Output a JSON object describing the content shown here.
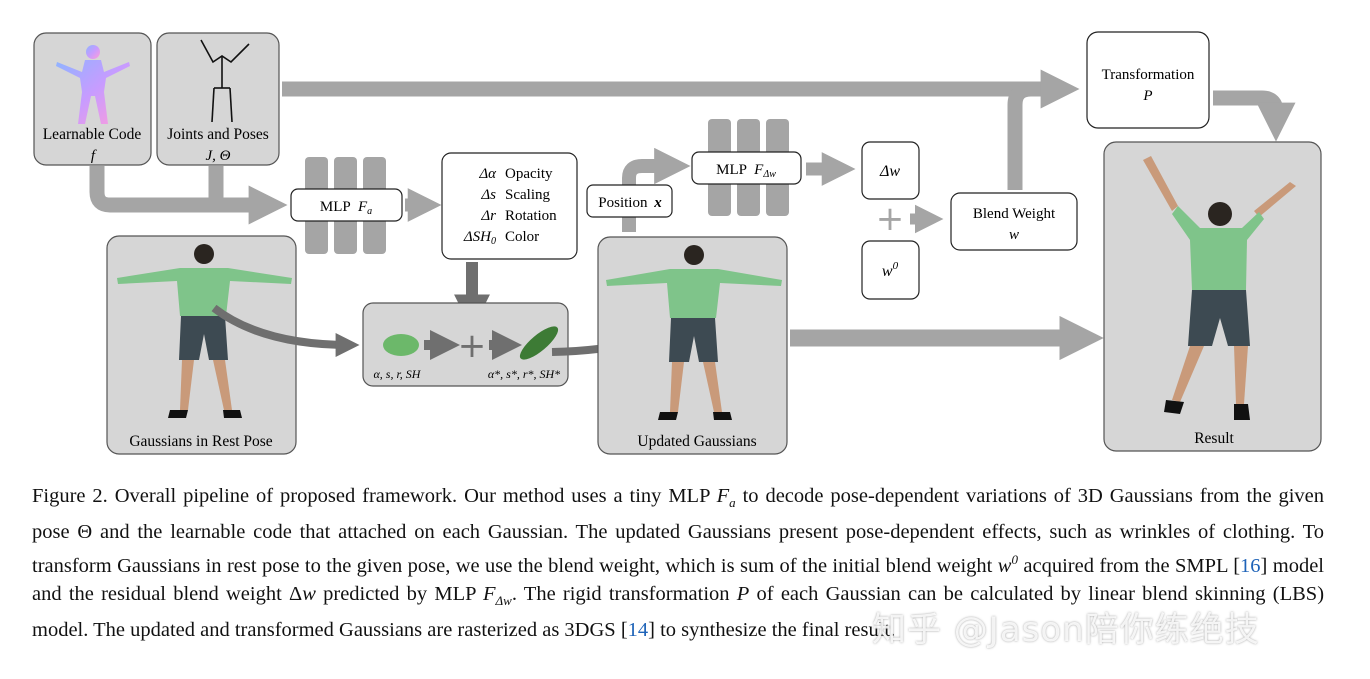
{
  "diagram": {
    "learnable_code": {
      "label": "Learnable Code",
      "symbol": "f"
    },
    "joints_poses": {
      "label": "Joints and Poses",
      "symbol": "J, Θ"
    },
    "mlp_fa": {
      "label": "MLP",
      "symbol": "F",
      "subscript": "a"
    },
    "attributes": {
      "rows": [
        {
          "delta": "Δα",
          "name": "Opacity"
        },
        {
          "delta": "Δs",
          "name": "Scaling"
        },
        {
          "delta": "Δr",
          "name": "Rotation"
        },
        {
          "delta": "ΔSH",
          "sub": "0",
          "name": "Color"
        }
      ]
    },
    "rest_pose": {
      "label": "Gaussians in Rest Pose"
    },
    "gaussian_params": {
      "left": "α, s, r, SH",
      "right": "α*, s*, r*, SH*"
    },
    "position": {
      "label": "Position",
      "symbol": "x"
    },
    "mlp_fdw": {
      "label": "MLP",
      "symbol": "F",
      "subscript": "Δw"
    },
    "delta_w": {
      "label": "Δw"
    },
    "w0": {
      "label": "w",
      "superscript": "0"
    },
    "blend_weight": {
      "label": "Blend Weight",
      "symbol": "w"
    },
    "transformation": {
      "label": "Transformation",
      "symbol": "P"
    },
    "updated": {
      "label": "Updated Gaussians"
    },
    "result": {
      "label": "Result"
    }
  },
  "caption": {
    "p1": "Figure 2. Overall pipeline of proposed framework. Our method uses a tiny MLP",
    "p2": "to decode pose-dependent variations of 3D Gaussians from the given pose Θ and the learnable code that attached on each Gaussian.  The updated Gaussians present pose-dependent effects, such as wrinkles of clothing. To transform Gaussians in rest pose to the given pose, we use the blend weight, which is sum of the initial blend weight",
    "p3": "acquired from the SMPL [",
    "ref16": "16",
    "p4": "] model and the residual blend weight Δ",
    "p5": "predicted by MLP",
    "p6": ". The rigid transformation",
    "p7": "of each Gaussian can be calculated by linear blend skinning (LBS) model.  The updated and transformed Gaussians are rasterized as 3DGS [",
    "ref14": "14",
    "p8": "] to synthesize the final result."
  },
  "watermark": "知乎 @Jason陪你练绝技",
  "colors": {
    "arrow": "#a5a5a5",
    "panel": "#d6d6d6",
    "dark_arrow": "#6f6f6f",
    "gaussian": "#6cb86a",
    "shirt": "#7fc48a"
  }
}
